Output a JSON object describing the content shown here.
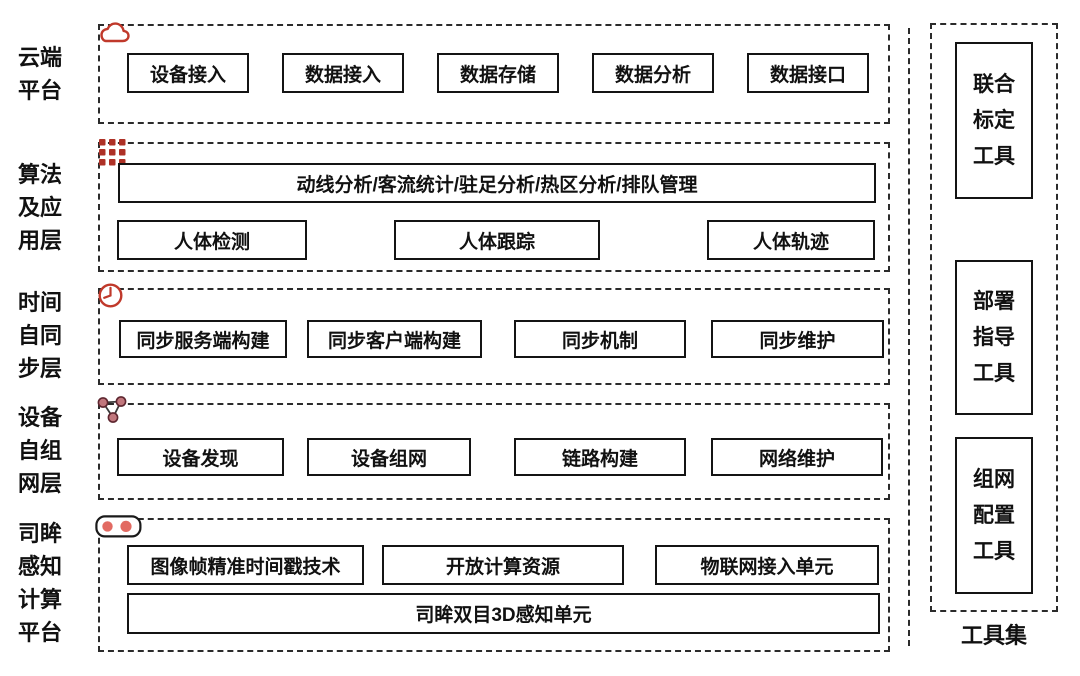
{
  "diagram": {
    "layers": [
      {
        "label_lines": [
          "云端",
          "平台"
        ],
        "icon": "cloud-icon",
        "boxes": [
          "设备接入",
          "数据接入",
          "数据存储",
          "数据分析",
          "数据接口"
        ]
      },
      {
        "label_lines": [
          "算法",
          "及应",
          "用层"
        ],
        "icon": "grid-dots-icon",
        "wide_box": "动线分析/客流统计/驻足分析/热区分析/排队管理",
        "boxes": [
          "人体检测",
          "人体跟踪",
          "人体轨迹"
        ]
      },
      {
        "label_lines": [
          "时间",
          "自同",
          "步层"
        ],
        "icon": "clock-icon",
        "boxes": [
          "同步服务端构建",
          "同步客户端构建",
          "同步机制",
          "同步维护"
        ]
      },
      {
        "label_lines": [
          "设备",
          "自组",
          "网层"
        ],
        "icon": "network-nodes-icon",
        "boxes": [
          "设备发现",
          "设备组网",
          "链路构建",
          "网络维护"
        ]
      },
      {
        "label_lines": [
          "司眸",
          "感知",
          "计算",
          "平台"
        ],
        "icon": "stereo-camera-icon",
        "boxes": [
          "图像帧精准时间戳技术",
          "开放计算资源",
          "物联网接入单元"
        ],
        "wide_box": "司眸双目3D感知单元"
      }
    ],
    "toolset": {
      "label": "工具集",
      "tools": [
        [
          "联合",
          "标定",
          "工具"
        ],
        [
          "部署",
          "指导",
          "工具"
        ],
        [
          "组网",
          "配置",
          "工具"
        ]
      ]
    },
    "colors": {
      "accent_red": "#c0392b",
      "dot_red": "#ae3126",
      "node_fill": "#c1777d",
      "camera_dot": "#e26a62",
      "border_black": "#141414"
    }
  }
}
